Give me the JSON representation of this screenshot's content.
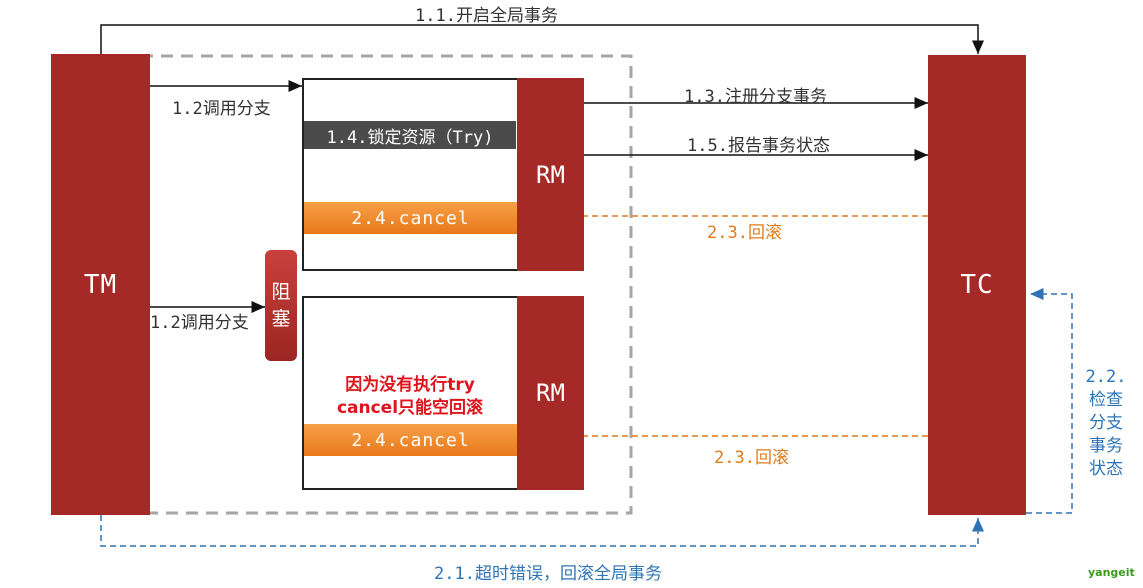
{
  "nodes": {
    "tm": "TM",
    "tc": "TC",
    "rm1": "RM",
    "rm2": "RM"
  },
  "blocking_tag": [
    "阻",
    "塞"
  ],
  "labels": {
    "begin_global": "1.1.开启全局事务",
    "call_branch_1": "1.2调用分支",
    "call_branch_2": "1.2调用分支",
    "register_branch": "1.3.注册分支事务",
    "report_status": "1.5.报告事务状态",
    "lock_resource": "1.4.锁定资源（Try)",
    "cancel_1": "2.4.cancel",
    "cancel_2": "2.4.cancel",
    "rollback_1": "2.3.回滚",
    "rollback_2": "2.3.回滚",
    "check_status": [
      "2.2.",
      "检查",
      "分支",
      "事务",
      "状态"
    ],
    "timeout_rollback": "2.1.超时错误，回滚全局事务"
  },
  "note": [
    "因为没有执行try",
    "cancel只能空回滚"
  ],
  "watermark": "yangeit",
  "colors": {
    "node_red": "#a52a27",
    "cancel_orange": "#e8781c",
    "rollback_orange": "#e07b1a",
    "blue": "#2e74b5",
    "note_red": "#e0141c"
  }
}
